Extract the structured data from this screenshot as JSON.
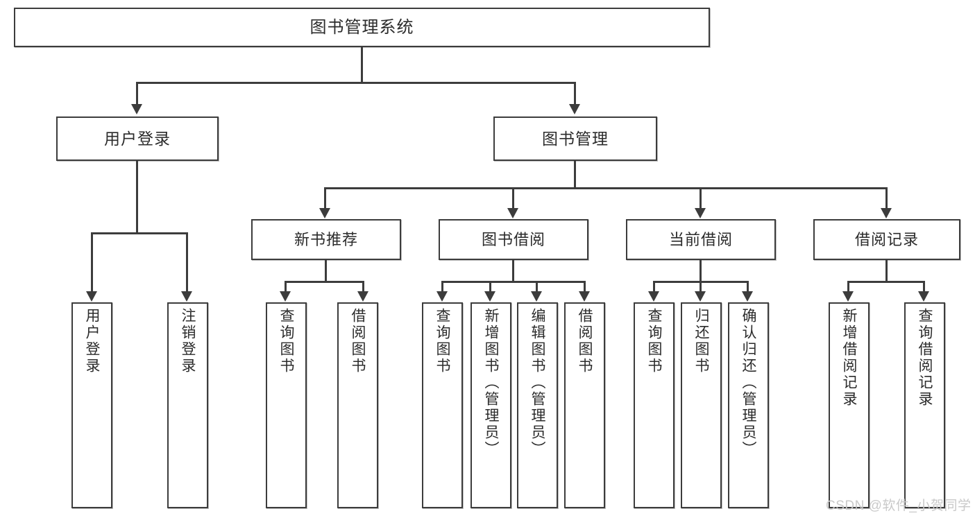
{
  "diagram": {
    "title": "图书管理系统",
    "type": "tree-hierarchy-diagram",
    "colors": {
      "stroke": "#3c3c3c",
      "fill": "#ffffff",
      "text": "#2b2b2b",
      "watermark": "#c9c9c9"
    },
    "root": {
      "label": "图书管理系统"
    },
    "level2": [
      {
        "label": "用户登录"
      },
      {
        "label": "图书管理"
      }
    ],
    "level3": [
      {
        "label": "新书推荐"
      },
      {
        "label": "图书借阅"
      },
      {
        "label": "当前借阅"
      },
      {
        "label": "借阅记录"
      }
    ],
    "leaves": {
      "user_login": [
        {
          "label": "用户登录"
        },
        {
          "label": "注销登录"
        }
      ],
      "new_book_recommend": [
        {
          "label": "查询图书"
        },
        {
          "label": "借阅图书"
        }
      ],
      "book_borrow": [
        {
          "label": "查询图书"
        },
        {
          "label": "新增图书（管理员）"
        },
        {
          "label": "编辑图书（管理员）"
        },
        {
          "label": "借阅图书"
        }
      ],
      "current_borrow": [
        {
          "label": "查询图书"
        },
        {
          "label": "归还图书"
        },
        {
          "label": "确认归还（管理员）"
        }
      ],
      "borrow_records": [
        {
          "label": "新增借阅记录"
        },
        {
          "label": "查询借阅记录"
        }
      ]
    }
  },
  "watermark": {
    "text": "CSDN @软件_小贺同学"
  }
}
